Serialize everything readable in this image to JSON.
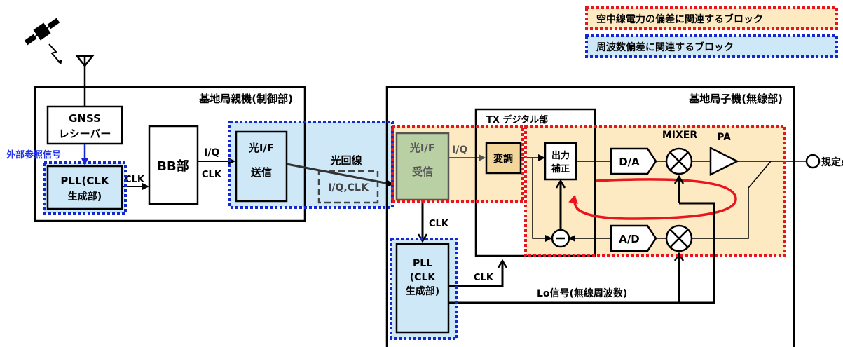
{
  "legend": {
    "antenna_power": "空中線電力の偏差に関連するブロック",
    "frequency": "周波数偏差に関連するブロック"
  },
  "parent_unit": {
    "title": "基地局親機(制御部)",
    "gnss": [
      "GNSS",
      "レシーバー"
    ],
    "ext_ref": "外部参照信号",
    "pll": [
      "PLL(CLK",
      "生成部)"
    ],
    "clk1": "CLK",
    "bb": "BB部",
    "iq": "I/Q",
    "clk2": "CLK",
    "optical_tx": [
      "光I/F",
      "送信"
    ]
  },
  "fiber": {
    "title": "光回線",
    "content": "I/Q,CLK"
  },
  "child_unit": {
    "title": "基地局子機(無線部)",
    "optical_rx": [
      "光I/F",
      "受信"
    ],
    "iq": "I/Q",
    "tx_digital": "TX デジタル部",
    "modulation": "変調",
    "output_correction": [
      "出力",
      "補正"
    ],
    "da": "D/A",
    "ad": "A/D",
    "mixer": "MIXER",
    "pa": "PA",
    "ref_point": "規定点",
    "clk_down": "CLK",
    "pll": [
      "PLL",
      "(CLK",
      "生成部)"
    ],
    "clk_up": "CLK",
    "lo": "Lo信号(無線周波数)"
  },
  "colors": {
    "orange_fill": "#fde9c2",
    "blue_fill": "#cfe8f8",
    "red_dash": "#e8141e",
    "blue_dash": "#1428d2",
    "green_fill": "#b9cfa4",
    "brown_fill": "#f3d79a",
    "ext_ref_text": "#2233ee"
  }
}
